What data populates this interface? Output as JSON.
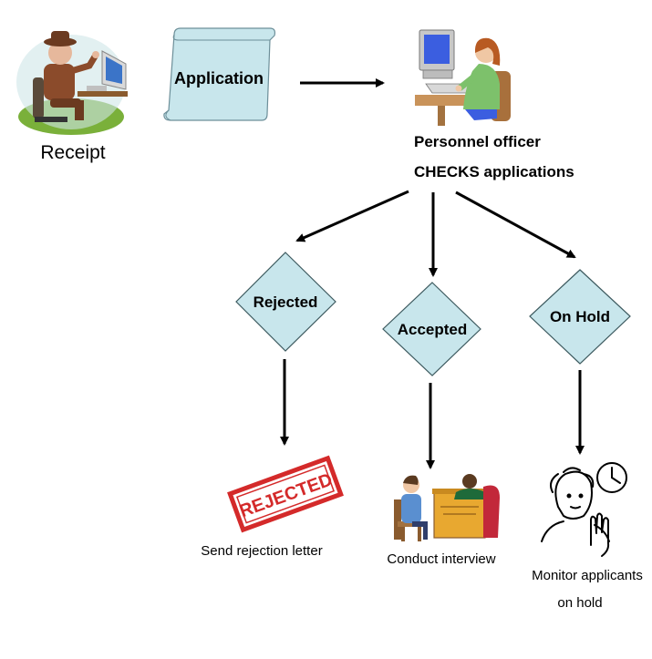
{
  "start": {
    "label": "Receipt",
    "icon": "frustrated-man-at-computer-icon"
  },
  "application": {
    "label": "Application",
    "icon": "scroll-icon",
    "fill": "#c8e6ec"
  },
  "officer": {
    "line1": "Personnel officer",
    "line2": "CHECKS applications",
    "icon": "woman-at-computer-icon"
  },
  "decisions": [
    {
      "label": "Rejected",
      "fill": "#c8e6ec"
    },
    {
      "label": "Accepted",
      "fill": "#c8e6ec"
    },
    {
      "label": "On Hold",
      "fill": "#c8e6ec"
    }
  ],
  "outcomes": [
    {
      "label": "Send rejection letter",
      "stamp_text": "REJECTED",
      "stamp_color": "#d42a2a",
      "icon": "rejected-stamp-icon"
    },
    {
      "label": "Conduct interview",
      "icon": "interview-icon"
    },
    {
      "line1": "Monitor applicants",
      "line2": "on hold",
      "icon": "waiting-person-clock-icon"
    }
  ]
}
